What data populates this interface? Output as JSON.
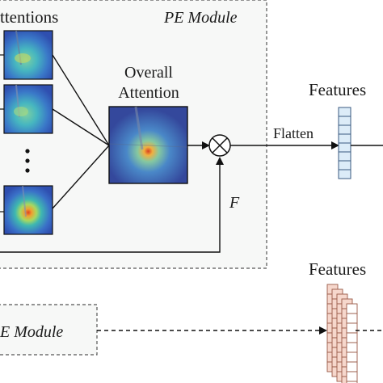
{
  "labels": {
    "attentions": "ttentions",
    "pe_module": "PE Module",
    "overall_attention_line1": "Overall",
    "overall_attention_line2": "Attention",
    "features_top": "Features",
    "flatten": "Flatten",
    "f_symbol": "F",
    "features_bottom": "Features",
    "pe_module_bottom": "E Module",
    "multiply_symbol": "⊗"
  },
  "colors": {
    "panel_fill": "#f7f8f7",
    "dash_stroke": "#555555",
    "line": "#111111",
    "vector_fill": "#dcecf8",
    "vector_stroke": "#3a5a80",
    "stack_fill": "#f6d7cc",
    "stack_stroke": "#9a5a48",
    "heat_cold": "#2f4fb0",
    "heat_mid": "#3fb8b0",
    "heat_warm": "#f0c040",
    "heat_hot": "#e04020"
  },
  "icons": [
    "multiply-icon",
    "ellipsis-dots-icon",
    "attention-heatmap-icon",
    "feature-vector-icon",
    "feature-stack-icon"
  ]
}
